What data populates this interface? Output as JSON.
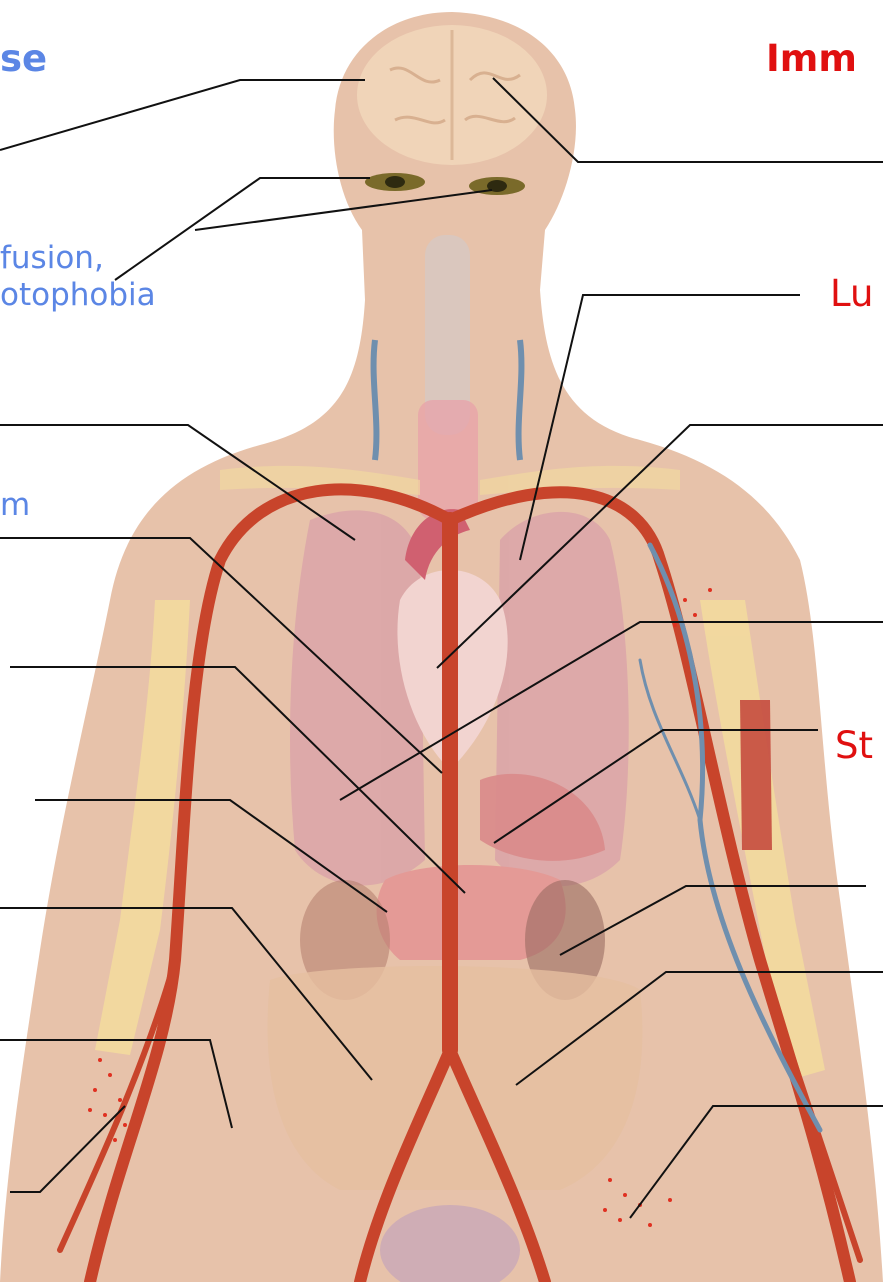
{
  "labels": {
    "left_heading": "se",
    "right_heading": "Imm",
    "eyes_line1": "fusion,",
    "eyes_line2": "otophobia",
    "mid_left": "m",
    "lungs": "Lu",
    "stomach": "St"
  },
  "colors": {
    "left_text": "#5b86e5",
    "right_text": "#e01010",
    "skin": "#e7c2aa",
    "artery": "#c8442b",
    "vein": "#6f8fae",
    "bone": "#f3dc9e",
    "organ": "#d9a0a8",
    "leader_line": "#111111"
  }
}
